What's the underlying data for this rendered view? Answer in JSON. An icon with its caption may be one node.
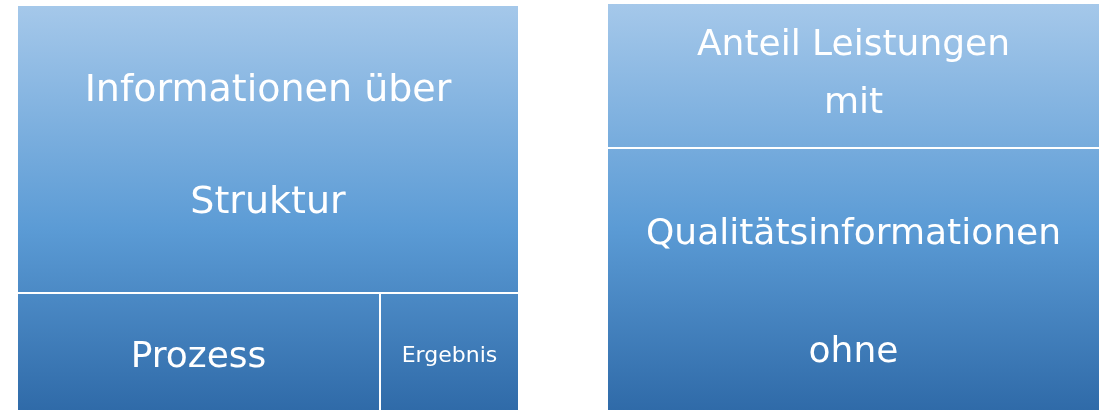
{
  "diagram": {
    "nodes": [
      {
        "text": [
          "Informationen über",
          "Struktur"
        ]
      },
      {
        "text": [
          "Prozess"
        ]
      },
      {
        "text": [
          "Ergebnis"
        ]
      },
      {
        "text": [
          "Anteil Leistungen mit"
        ]
      },
      {
        "text": [
          "Qualitätsinformationen",
          "ohne"
        ]
      }
    ],
    "edges": []
  }
}
